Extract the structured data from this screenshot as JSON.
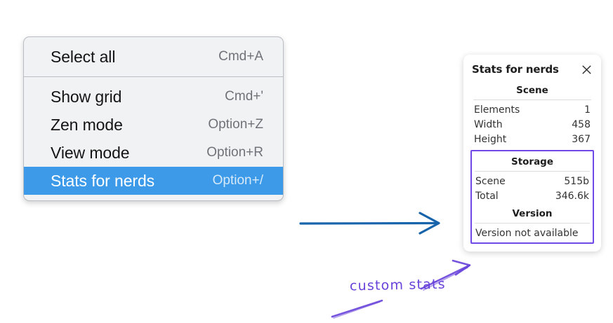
{
  "menu": {
    "groups": [
      {
        "items": [
          {
            "label": "Select all",
            "shortcut": "Cmd+A",
            "selected": false
          }
        ]
      },
      {
        "items": [
          {
            "label": "Show grid",
            "shortcut": "Cmd+'",
            "selected": false
          },
          {
            "label": "Zen mode",
            "shortcut": "Option+Z",
            "selected": false
          },
          {
            "label": "View mode",
            "shortcut": "Option+R",
            "selected": false
          },
          {
            "label": "Stats for nerds",
            "shortcut": "Option+/",
            "selected": true
          }
        ]
      }
    ],
    "highlight_color": "#3c9ae8"
  },
  "stats_panel": {
    "title": "Stats for nerds",
    "close_icon": "close-icon",
    "sections": [
      {
        "heading": "Scene",
        "boxed": false,
        "rows": [
          {
            "label": "Elements",
            "value": "1"
          },
          {
            "label": "Width",
            "value": "458"
          },
          {
            "label": "Height",
            "value": "367"
          }
        ]
      },
      {
        "heading": "Storage",
        "boxed": true,
        "rows": [
          {
            "label": "Scene",
            "value": "515b"
          },
          {
            "label": "Total",
            "value": "346.6k"
          }
        ]
      },
      {
        "heading": "Version",
        "boxed": true,
        "single_line": "Version not available"
      }
    ],
    "highlight_box_color": "#7048e8"
  },
  "annotations": {
    "blue_arrow": {
      "name": "blue-arrow",
      "color": "#1864ab"
    },
    "custom_label": {
      "text": "custom stats",
      "color": "#6741d9"
    }
  }
}
